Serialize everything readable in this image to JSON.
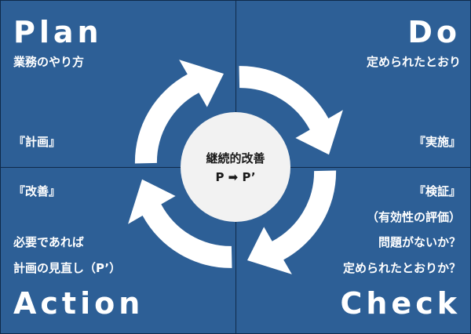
{
  "plan": {
    "title": "Plan",
    "sub": "業務のやり方",
    "bracket": "『計画』"
  },
  "do": {
    "title": "Do",
    "sub": "定められたとおり",
    "bracket": "『実施』"
  },
  "action": {
    "title": "Action",
    "bracket": "『改善』",
    "line1": "必要であれば",
    "line2": "計画の見直し（P’）"
  },
  "check": {
    "title": "Check",
    "bracket": "『検証』",
    "line1": "（有効性の評価）",
    "line2": "問題がないか？",
    "line3": "定められたとおりか？"
  },
  "center": {
    "line1": "継続的改善",
    "line2": "P ➡ P’"
  },
  "colors": {
    "quadrant": "#2d5f96",
    "border": "#0f2a4a",
    "arrows": "#ffffff",
    "center_circle": "#f2f2f2"
  }
}
